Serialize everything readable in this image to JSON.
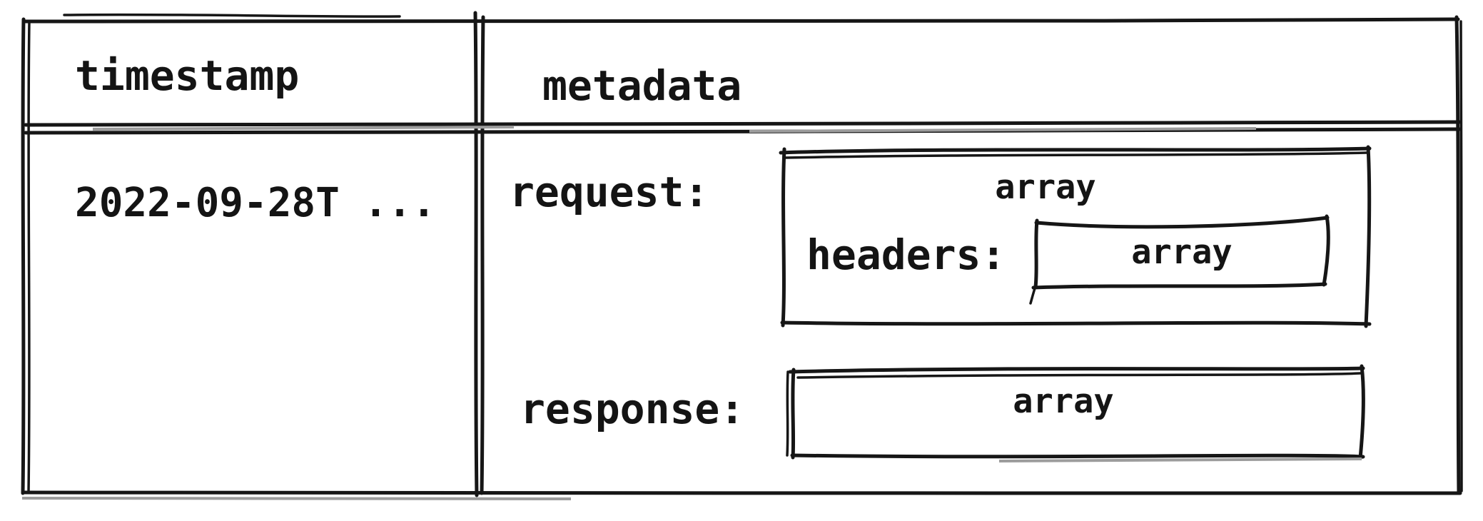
{
  "diagram": {
    "colors": {
      "background": "#ffffff",
      "ink": "#161616"
    },
    "table": {
      "columns": [
        {
          "header": "timestamp"
        },
        {
          "header": "metadata"
        }
      ],
      "row": {
        "timestamp_value": "2022-09-28T ...",
        "metadata": {
          "request": {
            "label": "request:",
            "value_box": "array",
            "headers": {
              "label": "headers:",
              "value_box": "array"
            }
          },
          "response": {
            "label": "response:",
            "value_box": "array"
          }
        }
      }
    }
  }
}
